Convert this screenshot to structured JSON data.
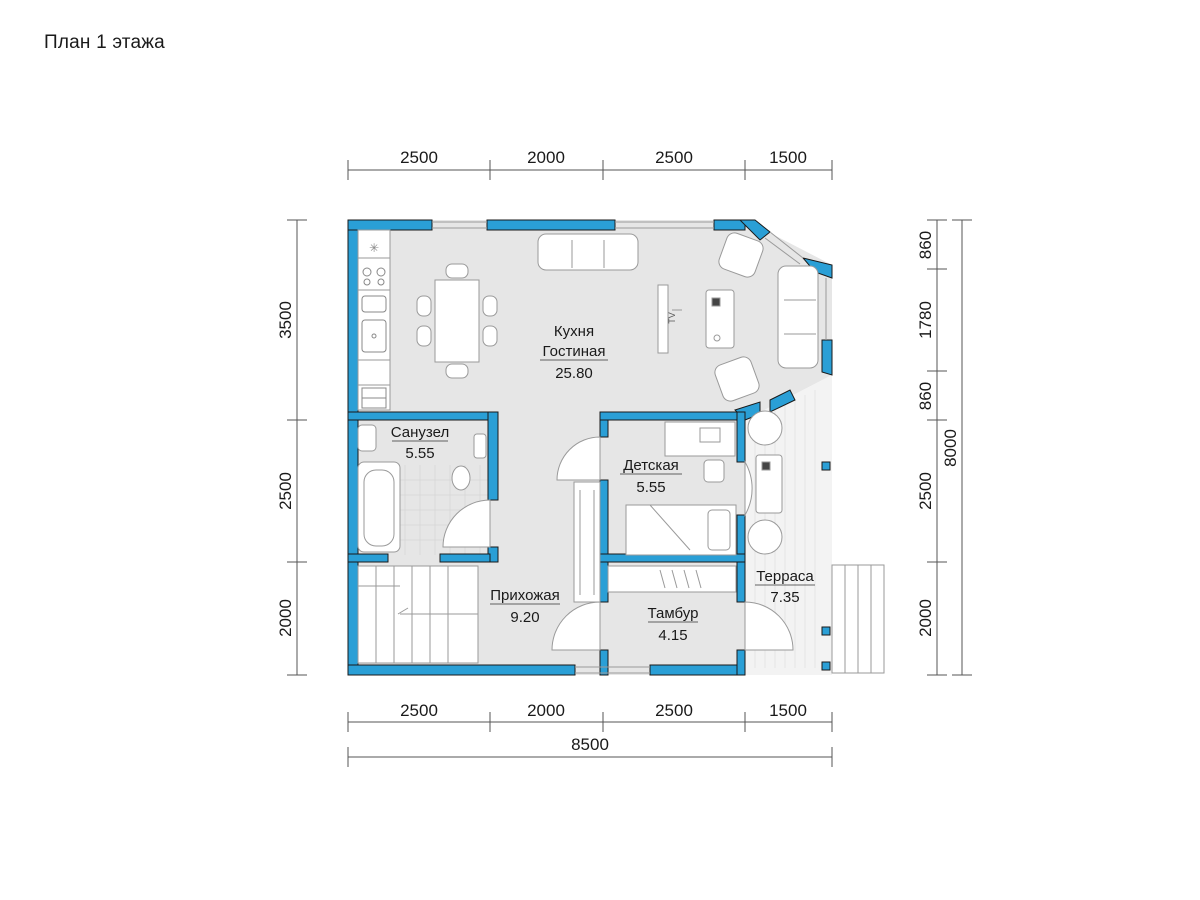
{
  "title": "План 1 этажа",
  "colors": {
    "wall": "#2a9fd6",
    "wall_outline": "#1a1a1a",
    "floor": "#e6e6e6",
    "terrace_floor": "#f0f0f0",
    "furniture_stroke": "#9a9a9a",
    "dimension_line": "#555555"
  },
  "dimensions": {
    "top": [
      "2500",
      "2000",
      "2500",
      "1500"
    ],
    "bottom": [
      "2500",
      "2000",
      "2500",
      "1500"
    ],
    "bottom_total": "8500",
    "left": [
      "3500",
      "2500",
      "2000"
    ],
    "right": [
      "860",
      "1780",
      "860",
      "2500",
      "2000"
    ],
    "right_total": "8000"
  },
  "rooms": {
    "kitchen": {
      "name_line1": "Кухня",
      "name_line2": "Гостиная",
      "area": "25.80"
    },
    "bathroom": {
      "name": "Санузел",
      "area": "5.55"
    },
    "kids": {
      "name": "Детская",
      "area": "5.55"
    },
    "hall": {
      "name": "Прихожая",
      "area": "9.20"
    },
    "vestibule": {
      "name": "Тамбур",
      "area": "4.15"
    },
    "terrace": {
      "name": "Терраса",
      "area": "7.35"
    }
  },
  "tv_label": "TV",
  "icons": [
    "sofa-icon",
    "armchair-icon",
    "dining-table-icon",
    "bathtub-icon",
    "toilet-icon",
    "sink-icon",
    "bed-icon",
    "desk-icon",
    "wardrobe-icon",
    "stairs-icon",
    "door-swing-icon"
  ]
}
